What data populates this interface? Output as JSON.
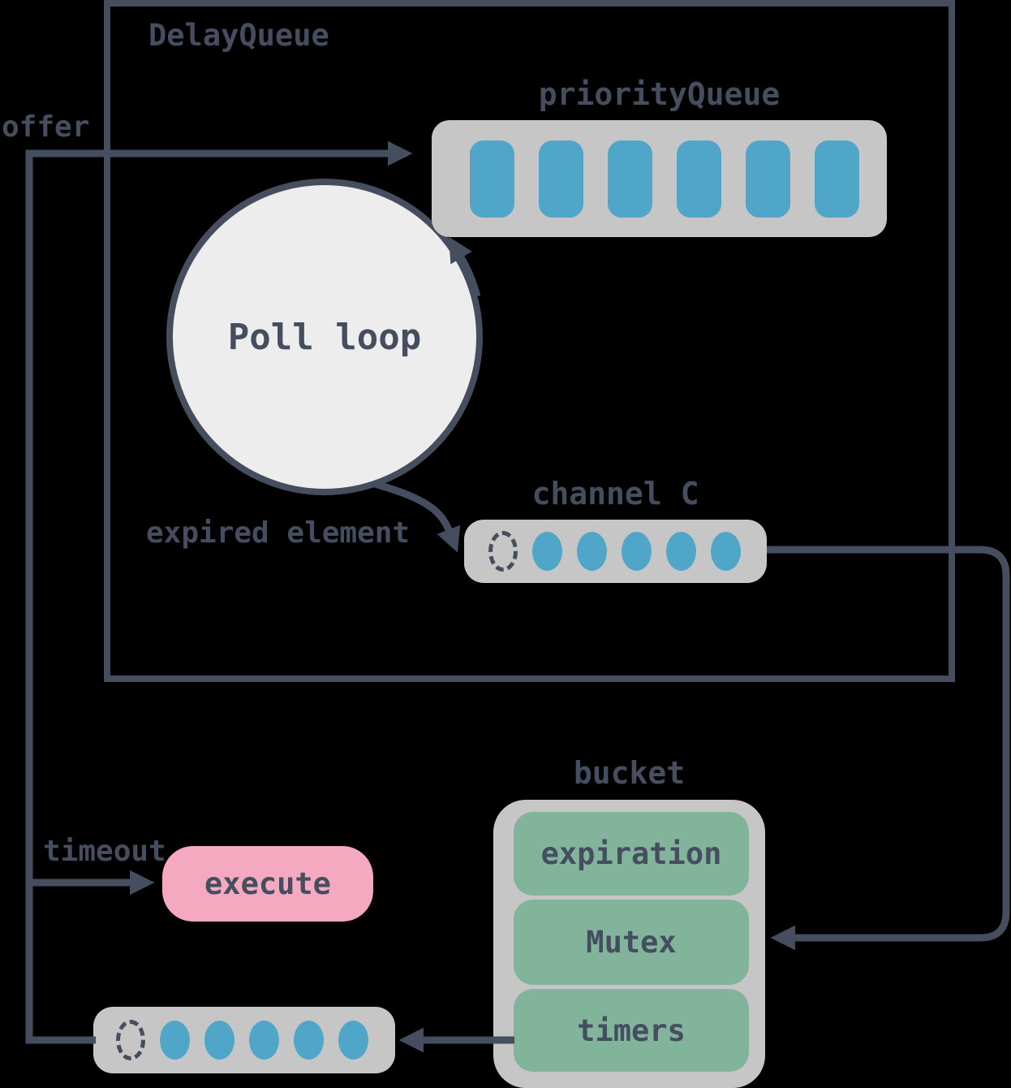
{
  "colors": {
    "background": "#000000",
    "slate": "#454e5e",
    "container-gray": "#c6c6c6",
    "circle-gray": "#ededed",
    "blue": "#4fa6c8",
    "green": "#82b49b",
    "pink": "#f5a9c0"
  },
  "delay_queue": {
    "title": "DelayQueue"
  },
  "priority_queue": {
    "label": "priorityQueue",
    "slot_count": 6
  },
  "poll_loop": {
    "label": "Poll loop"
  },
  "channel_c": {
    "label": "channel C",
    "empty_slot_count": 1,
    "filled_slot_count": 5
  },
  "bucket": {
    "label": "bucket",
    "fields": [
      "expiration",
      "Mutex",
      "timers"
    ]
  },
  "execute": {
    "label": "execute"
  },
  "bottom_channel": {
    "empty_slot_count": 1,
    "filled_slot_count": 5
  },
  "flow_labels": {
    "offer": "offer",
    "expired_element": "expired element",
    "timeout": "timeout"
  }
}
